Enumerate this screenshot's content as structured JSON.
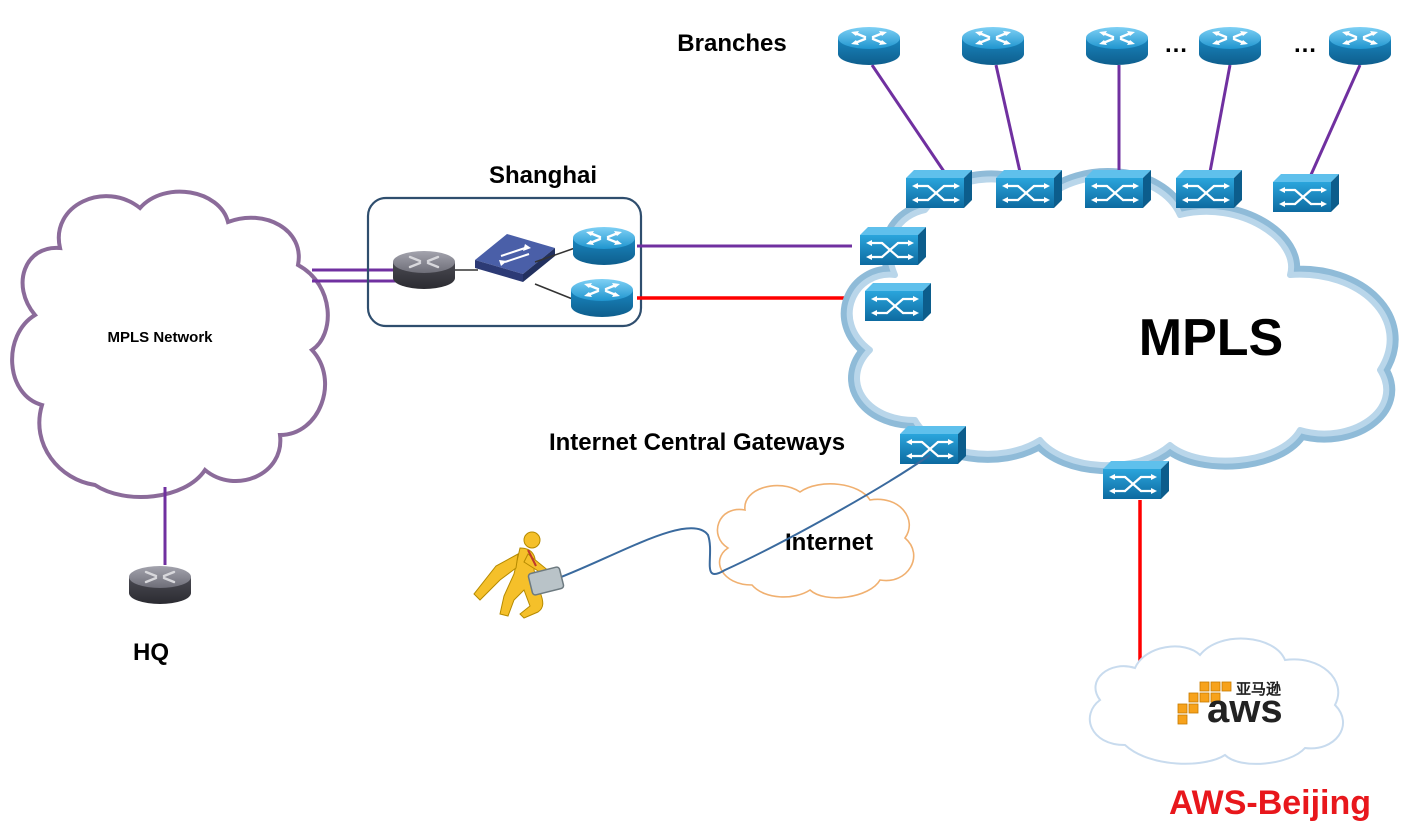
{
  "labels": {
    "branches": "Branches",
    "shanghai": "Shanghai",
    "mpls_network": "MPLS Network",
    "mpls": "MPLS",
    "internet_gateways": "Internet Central Gateways",
    "internet": "Internet",
    "hq": "HQ",
    "aws_beijing": "AWS-Beijing",
    "ellipsis_1": "…",
    "ellipsis_2": "…"
  },
  "aws_logo": {
    "chinese": "亚马逊",
    "word": "aws"
  },
  "colors": {
    "purple_link": "#7030a0",
    "red_link": "#ff0000",
    "blue_link": "#3a6a9e",
    "mpls_cloud": "#8fbbd8",
    "mpls_network_cloud": "#8b6b9a",
    "router_blue": "#1b8fc9",
    "router_gray": "#555555",
    "aws_orange": "#f7a21b",
    "aws_red_label": "#e8171c"
  },
  "icons": {
    "router": "router-icon",
    "mpls_switch": "mpls-switch-icon",
    "lan_switch": "lan-switch-icon",
    "traveler": "traveler-icon",
    "aws_logo": "aws-logo-icon"
  }
}
